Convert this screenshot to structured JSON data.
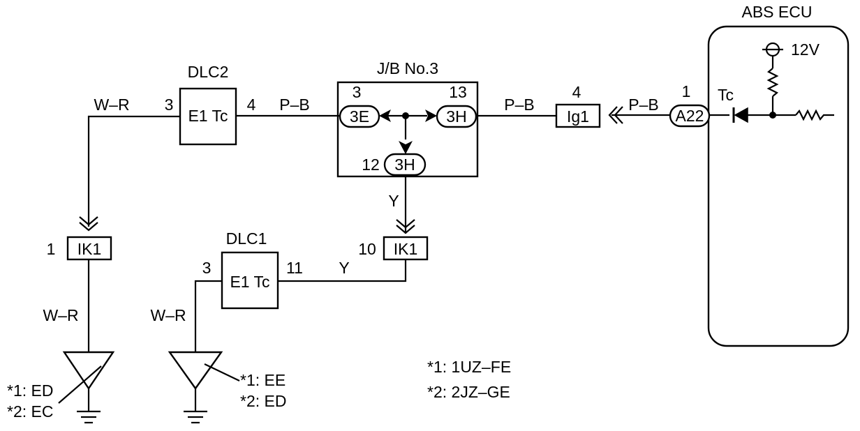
{
  "ecu": {
    "title": "ABS ECU",
    "supply": "12V",
    "pin_label": "Tc"
  },
  "connectors": {
    "dlc2": {
      "title": "DLC2",
      "inner": "E1 Tc",
      "pin_left": "3",
      "pin_right": "4"
    },
    "dlc1": {
      "title": "DLC1",
      "inner": "E1  Tc",
      "pin_left": "3",
      "pin_right": "11"
    },
    "jb3": {
      "title": "J/B No.3",
      "left": {
        "pin": "3",
        "code": "3E"
      },
      "right": {
        "pin": "13",
        "code": "3H"
      },
      "bottom": {
        "pin": "12",
        "code": "3H"
      }
    },
    "ig1": {
      "label": "Ig1",
      "pin": "4"
    },
    "a22": {
      "label": "A22",
      "pin": "1"
    },
    "ik1_left": {
      "label": "IK1",
      "pin": "1"
    },
    "ik1_right": {
      "label": "IK1",
      "pin": "10"
    }
  },
  "wires": {
    "wr_top": "W–R",
    "pb_1": "P–B",
    "pb_2": "P–B",
    "pb_3": "P–B",
    "y_vertical": "Y",
    "y_horizontal": "Y",
    "wr_left": "W–R",
    "wr_mid": "W–R"
  },
  "grounds": {
    "left": {
      "line1": "*1: ED",
      "line2": "*2: EC"
    },
    "right": {
      "line1": "*1: EE",
      "line2": "*2: ED"
    }
  },
  "notes": {
    "line1": "*1: 1UZ–FE",
    "line2": "*2: 2JZ–GE"
  }
}
